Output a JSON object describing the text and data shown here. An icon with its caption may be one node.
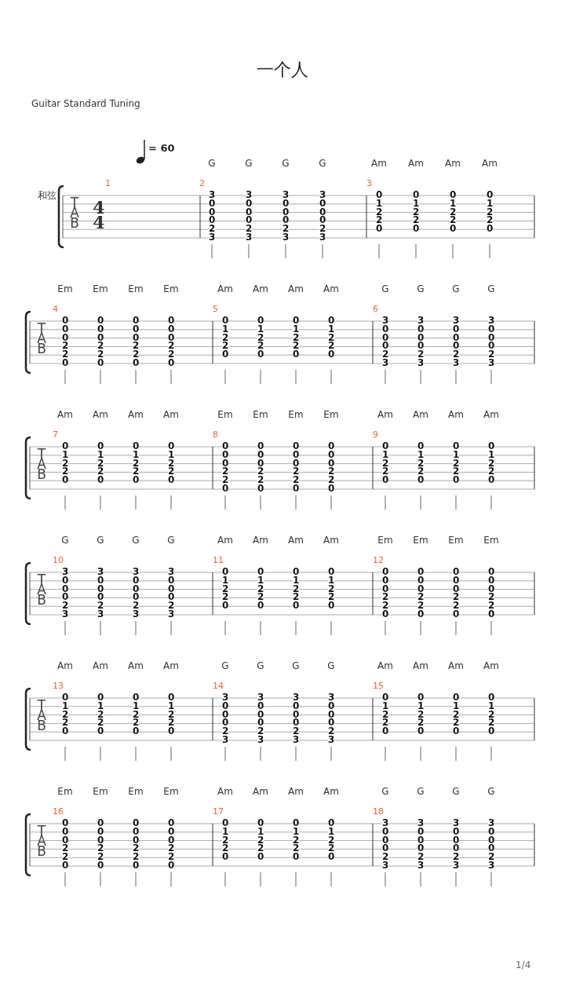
{
  "diagram": {
    "title": "一个人",
    "labels": [
      "Guitar Standard Tuning",
      "= 60",
      "G",
      "G",
      "G",
      "G",
      "Am",
      "Am",
      "Am",
      "Am",
      "和弦",
      "1",
      "2",
      "3",
      "T A B",
      "4 4",
      "3 0 0 0 2 3",
      "3 0 0 0 2 3",
      "3 0 0 0 2 3",
      "3 0 0 0 2 3",
      "0 1 2 2 0",
      "0 1 2 2 0",
      "0 1 2 2 0",
      "0 1 2 2 0",
      "Em",
      "Em",
      "Em",
      "Em",
      "Am",
      "Am",
      "Am",
      "Am",
      "G",
      "G",
      "G",
      "G",
      "4",
      "5",
      "6",
      "T A B",
      "0 0 0 2 2 0",
      "0 0 0 2 2 0",
      "0 0 0 2 2 0",
      "0 0 0 2 2 0",
      "0 1 2 2 0",
      "0 1 2 2 0",
      "0 1 2 2 0",
      "0 1 2 2 0",
      "3 0 0 0 2 3",
      "3 0 0 0 2 3",
      "3 0 0 0 2 3",
      "3 0 0 0 2 3",
      "Am",
      "Am",
      "Am",
      "Am",
      "Em",
      "Em",
      "Em",
      "Em",
      "Am",
      "Am",
      "Am",
      "Am",
      "7",
      "8",
      "9",
      "T A B",
      "0 1 2 2 0",
      "0 1 2 2 0",
      "0 1 2 2 0",
      "0 1 2 2 0",
      "0 0 0 2 2 0",
      "0 0 0 2 2 0",
      "0 0 0 2 2 0",
      "0 0 0 2 2 0",
      "0 1 2 2 0",
      "0 1 2 2 0",
      "0 1 2 2 0",
      "0 1 2 2 0",
      "G",
      "G",
      "G",
      "G",
      "Am",
      "Am",
      "Am",
      "Am",
      "Em",
      "Em",
      "Em",
      "Em",
      "10",
      "11",
      "12",
      "T A B",
      "3 0 0 0 2 3",
      "3 0 0 0 2 3",
      "3 0 0 0 2 3",
      "3 0 0 0 2 3",
      "0 1 2 2 0",
      "0 1 2 2 0",
      "0 1 2 2 0",
      "0 1 2 2 0",
      "0 0 0 2 2 0",
      "0 0 0 2 2 0",
      "0 0 0 2 2 0",
      "0 0 0 2 2 0",
      "Am",
      "Am",
      "Am",
      "Am",
      "G",
      "G",
      "G",
      "G",
      "Am",
      "Am",
      "Am",
      "Am",
      "13",
      "14",
      "15",
      "T A B",
      "0 1 2 2 0",
      "0 1 2 2 0",
      "0 1 2 2 0",
      "0 1 2 2 0",
      "3 0 0 0 2 3",
      "3 0 0 0 2 3",
      "3 0 0 0 2 3",
      "3 0 0 0 2 3",
      "0 1 2 2 0",
      "0 1 2 2 0",
      "0 1 2 2 0",
      "0 1 2 2 0",
      "Em",
      "Em",
      "Em",
      "Em",
      "Am",
      "Am",
      "Am",
      "Am",
      "G",
      "G",
      "G",
      "G",
      "16",
      "17",
      "18",
      "T A B",
      "0 0 0 2 2 0",
      "0 0 0 2 2 0",
      "0 0 0 2 2 0",
      "0 0 0 2 2 0",
      "0 1 2 2 0",
      "0 1 2 2 0",
      "0 1 2 2 0",
      "0 1 2 2 0",
      "3 0 0 0 2 3",
      "3 0 0 0 2 3",
      "3 0 0 0 2 3",
      "3 0 0 0 2 3",
      "1/4"
    ]
  }
}
